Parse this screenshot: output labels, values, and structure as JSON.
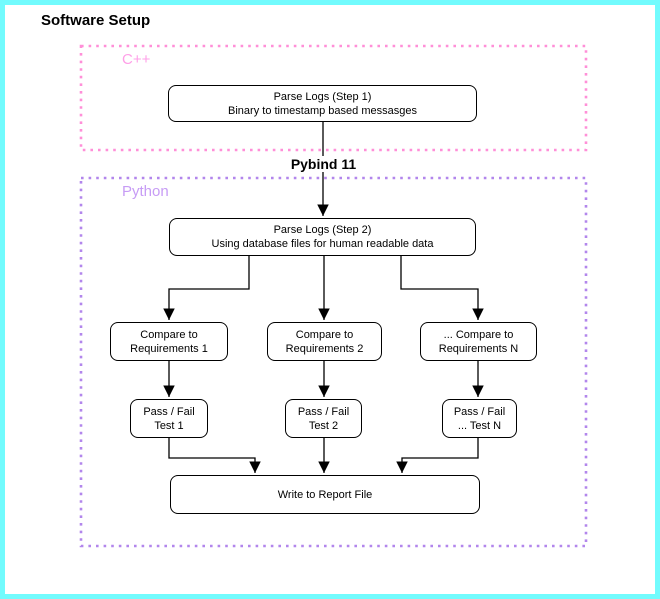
{
  "title": "Software Setup",
  "bridge_label": "Pybind 11",
  "groups": {
    "cpp": {
      "label": "C++"
    },
    "python": {
      "label": "Python"
    }
  },
  "nodes": {
    "parse1": {
      "line1": "Parse Logs (Step 1)",
      "line2": "Binary to timestamp based messasges"
    },
    "parse2": {
      "line1": "Parse Logs (Step 2)",
      "line2": "Using database files for human readable data"
    },
    "compare1": {
      "line1": "Compare to",
      "line2": "Requirements 1"
    },
    "compare2": {
      "line1": "Compare to",
      "line2": "Requirements 2"
    },
    "compareN": {
      "line1": "... Compare to",
      "line2": "Requirements N"
    },
    "pass1": {
      "line1": "Pass / Fail",
      "line2": "Test 1"
    },
    "pass2": {
      "line1": "Pass / Fail",
      "line2": "Test 2"
    },
    "passN": {
      "line1": "Pass / Fail",
      "line2": "... Test N"
    },
    "report": {
      "line1": "Write to Report File"
    }
  },
  "colors": {
    "frame_border": "#72fbfd",
    "cpp_region_border": "#ff8fd8",
    "cpp_label_text": "#ff9fe8",
    "python_region_border": "#b286ec",
    "python_label_text": "#c79cf5",
    "connector": "#000000",
    "node_border": "#000000",
    "node_fill": "#ffffff"
  }
}
